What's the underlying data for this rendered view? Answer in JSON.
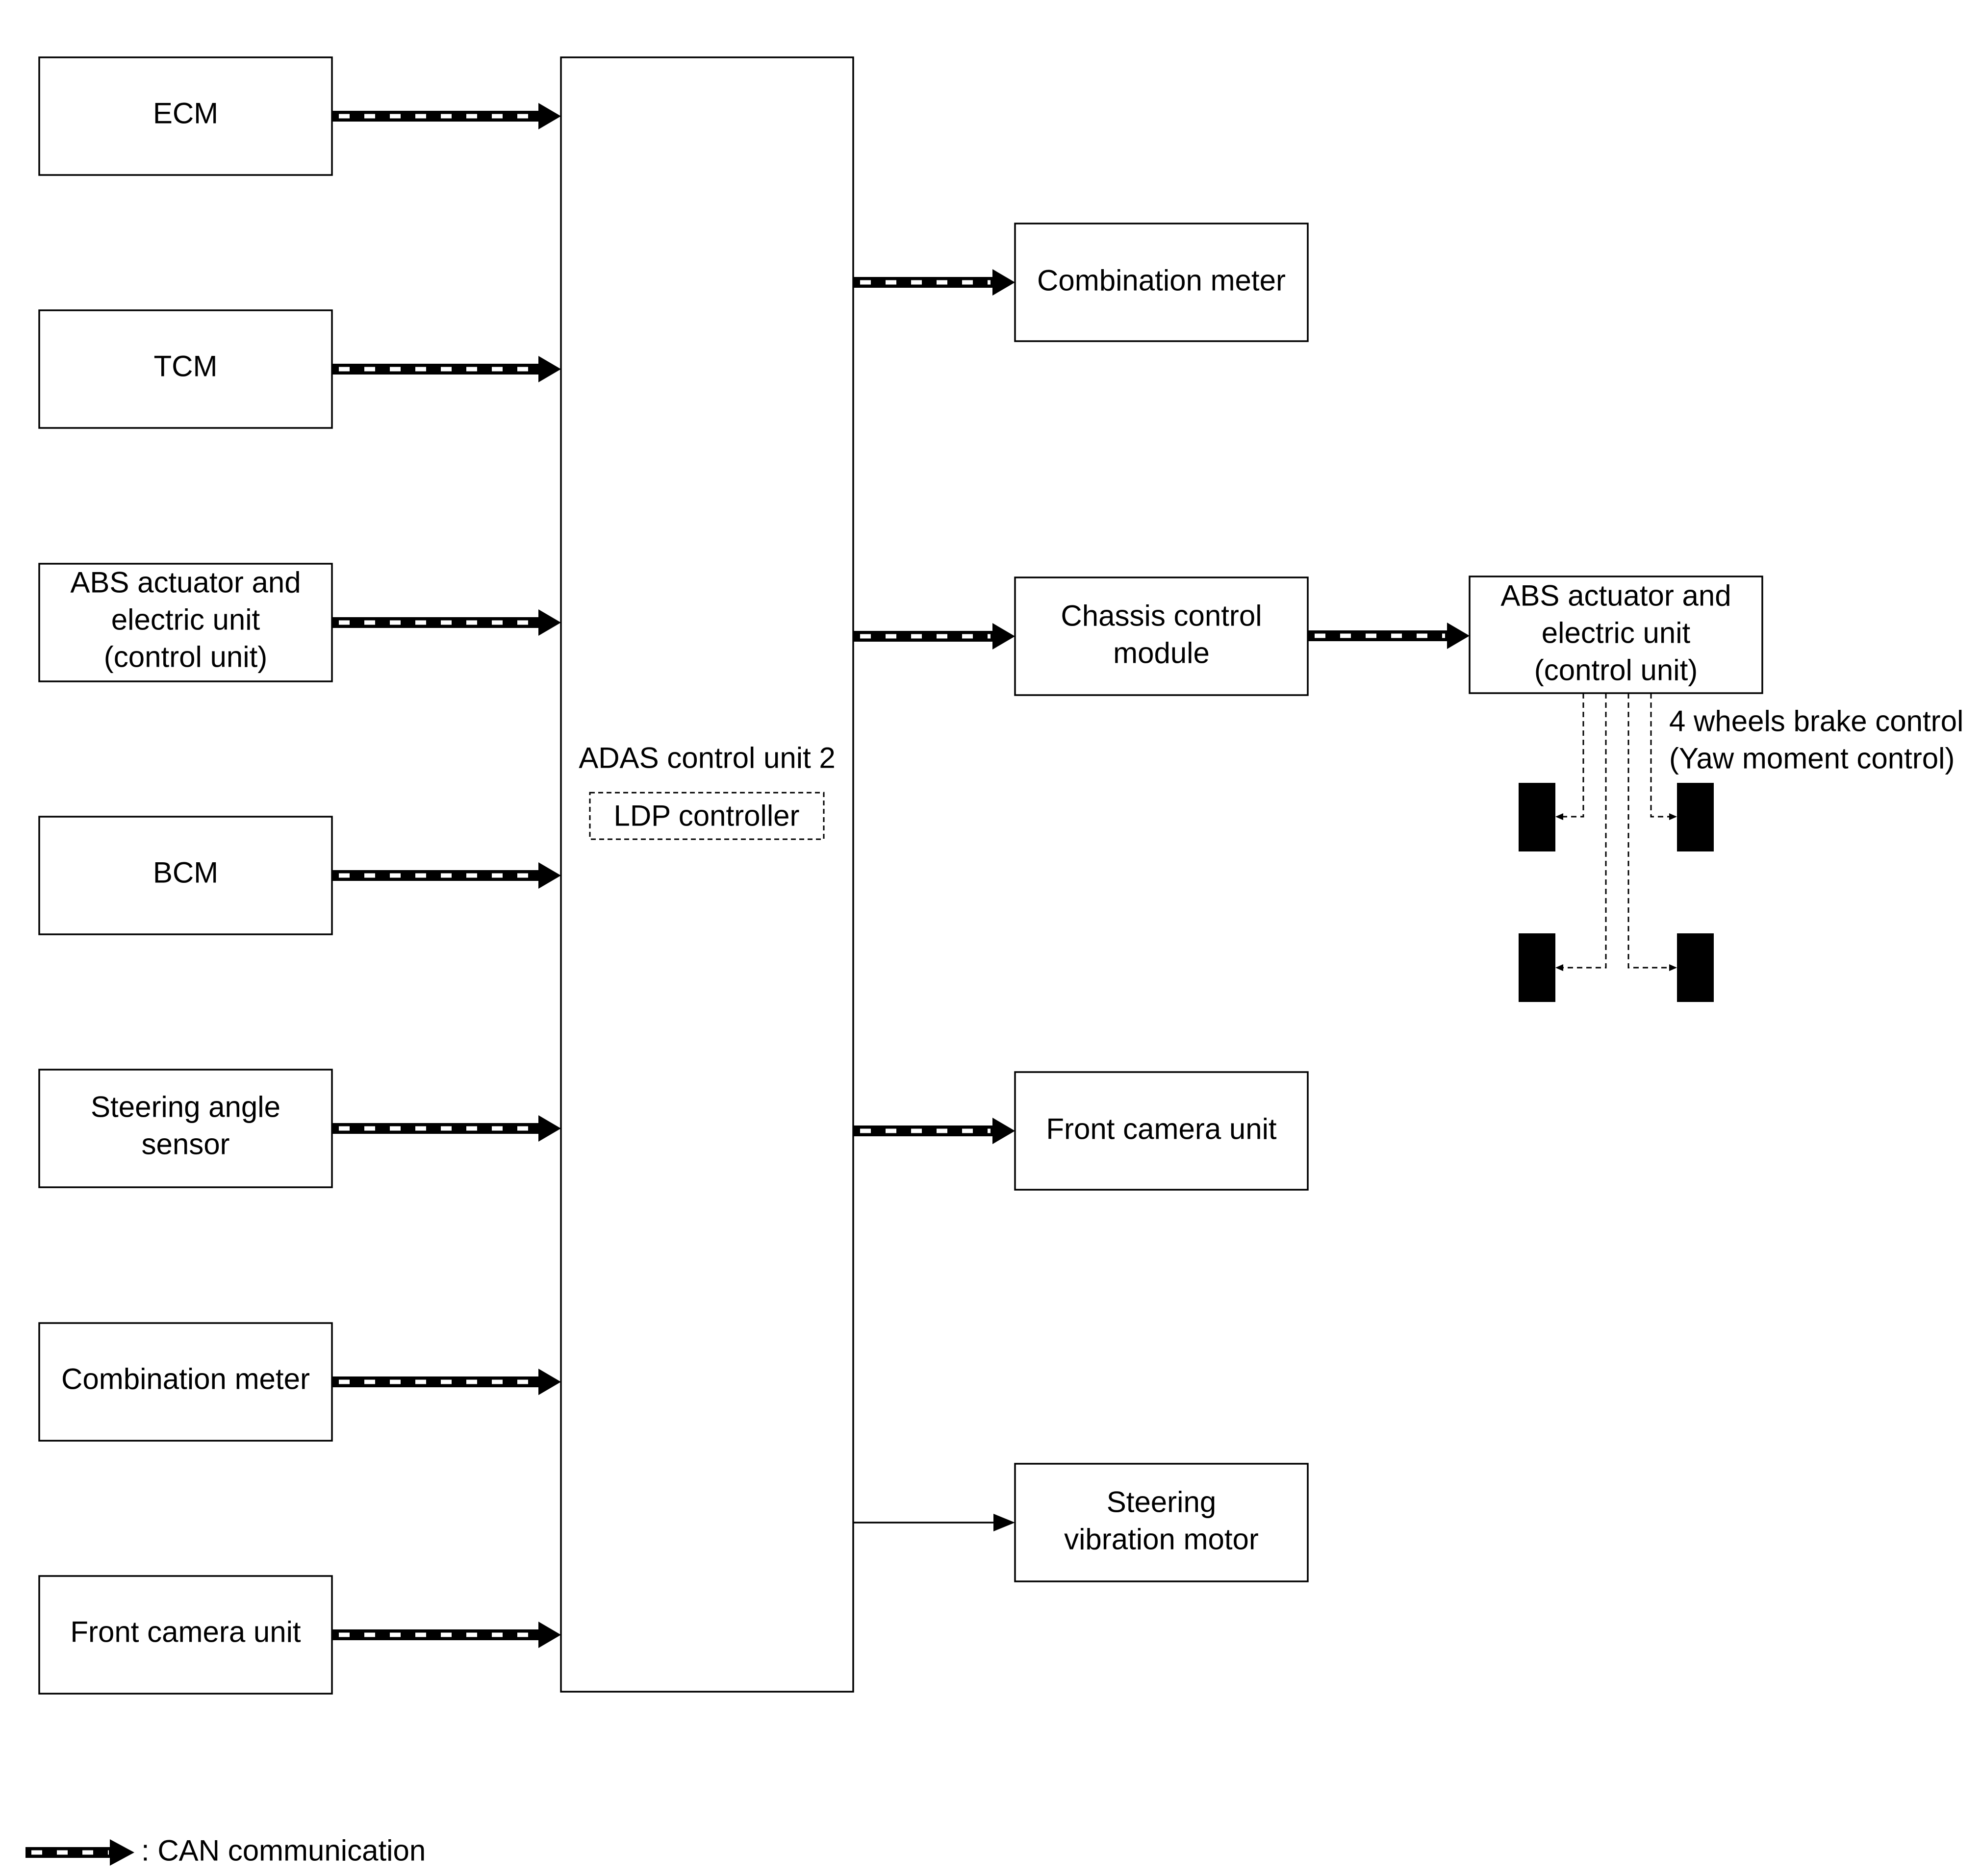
{
  "diagram": {
    "inputs": [
      {
        "id": "ecm",
        "lines": [
          "ECM"
        ]
      },
      {
        "id": "tcm",
        "lines": [
          "TCM"
        ]
      },
      {
        "id": "abs-in",
        "lines": [
          "ABS actuator and",
          "electric unit",
          "(control unit)"
        ]
      },
      {
        "id": "bcm",
        "lines": [
          "BCM"
        ]
      },
      {
        "id": "steering-angle",
        "lines": [
          "Steering angle",
          "sensor"
        ]
      },
      {
        "id": "combination-meter-in",
        "lines": [
          "Combination meter"
        ]
      },
      {
        "id": "front-camera-in",
        "lines": [
          "Front camera unit"
        ]
      }
    ],
    "center": {
      "title": "ADAS control unit 2",
      "sub": "LDP controller"
    },
    "outputs": [
      {
        "id": "combination-meter-out",
        "lines": [
          "Combination meter"
        ],
        "link": "can"
      },
      {
        "id": "chassis-control",
        "lines": [
          "Chassis control",
          "module"
        ],
        "link": "can"
      },
      {
        "id": "front-camera-out",
        "lines": [
          "Front camera unit"
        ],
        "link": "can"
      },
      {
        "id": "steering-vibration",
        "lines": [
          "Steering",
          "vibration motor"
        ],
        "link": "plain"
      }
    ],
    "abs_out": {
      "lines": [
        "ABS actuator and",
        "electric unit",
        "(control unit)"
      ],
      "note_lines": [
        "4 wheels brake control",
        "(Yaw moment control)"
      ]
    },
    "legend": {
      "label": ": CAN communication"
    }
  }
}
